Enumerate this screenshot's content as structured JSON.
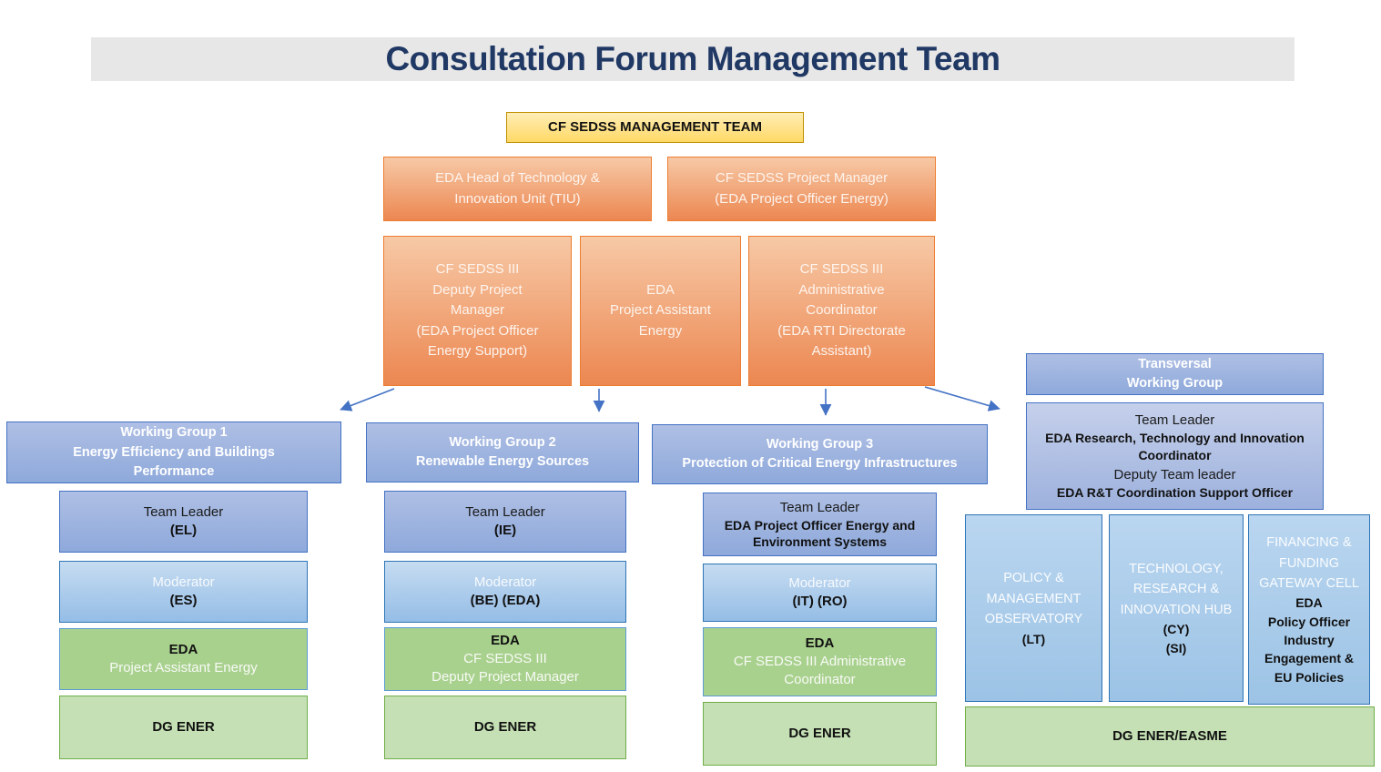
{
  "page": {
    "title": "Consultation Forum Management Team"
  },
  "management": {
    "banner": "CF SEDSS MANAGEMENT TEAM",
    "row1": [
      {
        "lines": [
          "EDA Head of Technology &",
          "Innovation Unit (TIU)"
        ]
      },
      {
        "lines": [
          "CF SEDSS Project Manager",
          "(EDA Project Officer Energy)"
        ]
      }
    ],
    "row2": [
      {
        "lines": [
          "CF SEDSS III",
          "Deputy Project",
          "Manager",
          "(EDA Project Officer",
          "Energy Support)"
        ]
      },
      {
        "lines": [
          "EDA",
          "Project Assistant",
          "Energy"
        ]
      },
      {
        "lines": [
          "CF SEDSS III",
          "Administrative",
          "Coordinator",
          "(EDA RTI Directorate",
          "Assistant)"
        ]
      }
    ]
  },
  "working_groups": [
    {
      "header": [
        "Working Group 1",
        "Energy Efficiency and Buildings Performance"
      ],
      "team_leader": {
        "title": "Team Leader",
        "detail": "(EL)"
      },
      "moderator": {
        "title": "Moderator",
        "detail": "(ES)"
      },
      "eda": {
        "title": "EDA",
        "lines": [
          "Project Assistant Energy",
          ""
        ]
      },
      "dg": "DG ENER"
    },
    {
      "header": [
        "Working Group 2",
        "Renewable Energy Sources"
      ],
      "team_leader": {
        "title": "Team Leader",
        "detail": "(IE)"
      },
      "moderator": {
        "title": "Moderator",
        "detail": "(BE) (EDA)"
      },
      "eda": {
        "title": "EDA",
        "lines": [
          "CF SEDSS III",
          "Deputy Project Manager"
        ]
      },
      "dg": "DG ENER"
    },
    {
      "header": [
        "Working Group 3",
        "Protection of Critical Energy Infrastructures"
      ],
      "team_leader": {
        "title": "Team Leader",
        "detail": "EDA Project Officer Energy and Environment Systems"
      },
      "moderator": {
        "title": "Moderator",
        "detail": "(IT) (RO)"
      },
      "eda": {
        "title": "EDA",
        "lines": [
          "CF SEDSS III Administrative",
          "Coordinator"
        ]
      },
      "dg": "DG ENER"
    }
  ],
  "transversal": {
    "header": [
      "Transversal",
      "Working Group"
    ],
    "body": [
      {
        "text": "Team Leader"
      },
      {
        "text": "EDA Research, Technology and Innovation Coordinator"
      },
      {
        "text": "Deputy Team leader"
      },
      {
        "text": "EDA R&T Coordination Support Officer"
      }
    ],
    "cells": [
      {
        "name": "POLICY & MANAGEMENT OBSERVATORY",
        "details": [
          "(LT)",
          "",
          "",
          "",
          ""
        ]
      },
      {
        "name": "TECHNOLOGY, RESEARCH & INNOVATION HUB",
        "details": [
          "(CY)",
          "(SI)",
          "",
          "",
          ""
        ]
      },
      {
        "name": "FINANCING & FUNDING GATEWAY CELL",
        "details": [
          "EDA",
          "Policy Officer",
          "Industry",
          "Engagement &",
          "EU Policies"
        ]
      }
    ],
    "dg": "DG ENER/EASME"
  },
  "colors": {
    "title_text": "#1F3864",
    "title_band": "#E8E7E7",
    "banner_fill": "#FFD966",
    "banner_border": "#BF9000",
    "orange_fill": "#ED8A55",
    "orange_border": "#ED7D31",
    "blue_dark_fill": "#8EA9DB",
    "blue_dark_border": "#4472C4",
    "blue_light_fill": "#9CC3E5",
    "blue_light_border": "#2E75B6",
    "green_mid": "#A9D18E",
    "green_mid_border": "#5B9BD5",
    "green_light": "#C5E0B4",
    "green_border": "#70AD47",
    "arrow": "#4472C4"
  }
}
